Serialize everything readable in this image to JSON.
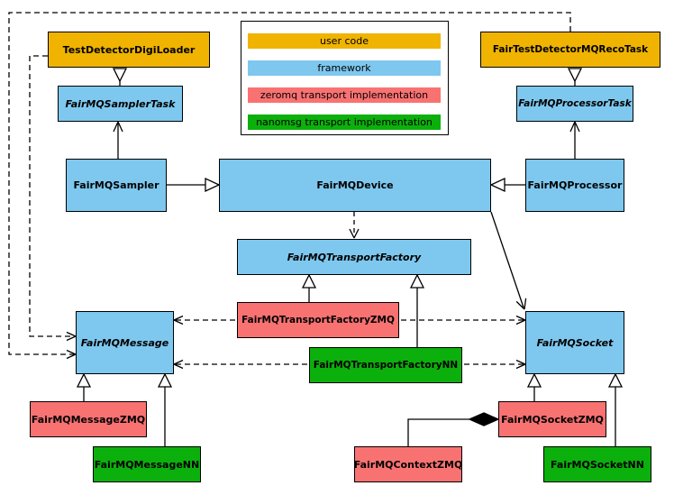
{
  "colors": {
    "gold": "#F0B400",
    "blue": "#7EC8EF",
    "red": "#F97272",
    "green": "#0CB00C"
  },
  "legend": {
    "items": [
      {
        "label": "user code",
        "color": "#F0B400"
      },
      {
        "label": "framework",
        "color": "#7EC8EF"
      },
      {
        "label": "zeromq transport implementation",
        "color": "#F97272"
      },
      {
        "label": "nanomsg transport implementation",
        "color": "#0CB00C"
      }
    ]
  },
  "nodes": {
    "digiLoader": {
      "label": "TestDetectorDigiLoader"
    },
    "recoTask": {
      "label": "FairTestDetectorMQRecoTask"
    },
    "samplerTask": {
      "label": "FairMQSamplerTask"
    },
    "processorTask": {
      "label": "FairMQProcessorTask"
    },
    "sampler": {
      "label": "FairMQSampler"
    },
    "device": {
      "label": "FairMQDevice"
    },
    "processor": {
      "label": "FairMQProcessor"
    },
    "transportFactory": {
      "label": "FairMQTransportFactory"
    },
    "transportFactoryZMQ": {
      "label": "FairMQTransportFactoryZMQ"
    },
    "transportFactoryNN": {
      "label": "FairMQTransportFactoryNN"
    },
    "message": {
      "label": "FairMQMessage"
    },
    "messageZMQ": {
      "label": "FairMQMessageZMQ"
    },
    "messageNN": {
      "label": "FairMQMessageNN"
    },
    "socket": {
      "label": "FairMQSocket"
    },
    "socketZMQ": {
      "label": "FairMQSocketZMQ"
    },
    "socketNN": {
      "label": "FairMQSocketNN"
    },
    "contextZMQ": {
      "label": "FairMQContextZMQ"
    }
  }
}
